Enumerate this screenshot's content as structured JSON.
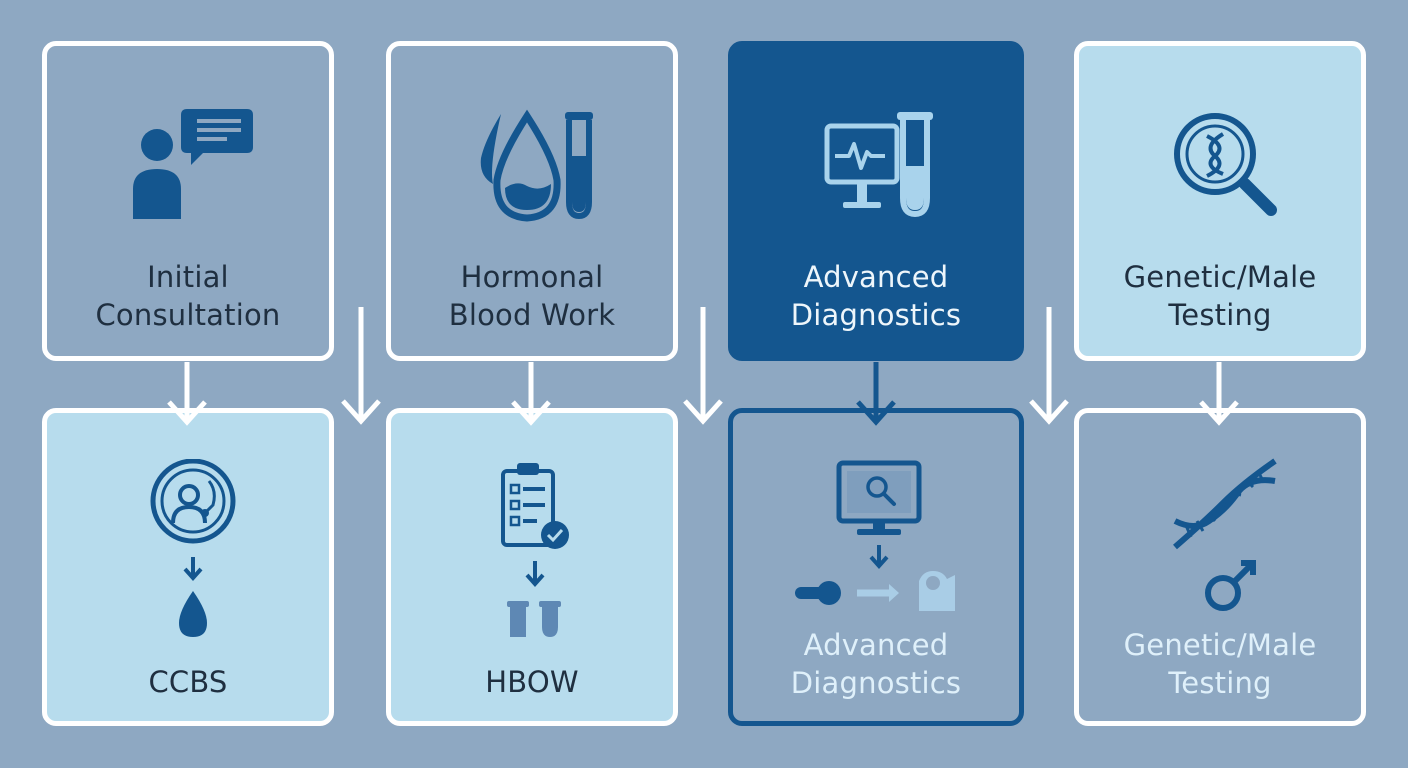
{
  "top_row": [
    {
      "id": "initial-consultation",
      "lines": [
        "Initial",
        "Consultation"
      ],
      "icon": "consultation-icon"
    },
    {
      "id": "hormonal-blood-work",
      "lines": [
        "Hormonal",
        "Blood Work"
      ],
      "icon": "blood-drop-test-tube-icon"
    },
    {
      "id": "advanced-diagnostics",
      "lines": [
        "Advanced",
        "Diagnostics"
      ],
      "icon": "monitor-test-tube-icon"
    },
    {
      "id": "genetic-male-testing",
      "lines": [
        "Genetic/Male",
        "Testing"
      ],
      "icon": "dna-magnifier-icon"
    }
  ],
  "bottom_row": [
    {
      "id": "ccbs",
      "lines": [
        "CCBS"
      ],
      "icon": "patient-stethoscope-drop-icon"
    },
    {
      "id": "hbow",
      "lines": [
        "HBOW"
      ],
      "icon": "checklist-vials-icon"
    },
    {
      "id": "advanced-diagnostics-detail",
      "lines": [
        "Advanced",
        "Diagnostics"
      ],
      "icon": "monitor-search-flow-icon"
    },
    {
      "id": "genetic-male-testing-detail",
      "lines": [
        "Genetic/Male",
        "Testing"
      ],
      "icon": "dna-male-symbol-icon"
    }
  ],
  "colors": {
    "background": "#8ea8c2",
    "dark_blue": "#14568f",
    "light_blue": "#b7dced",
    "white": "#ffffff"
  }
}
